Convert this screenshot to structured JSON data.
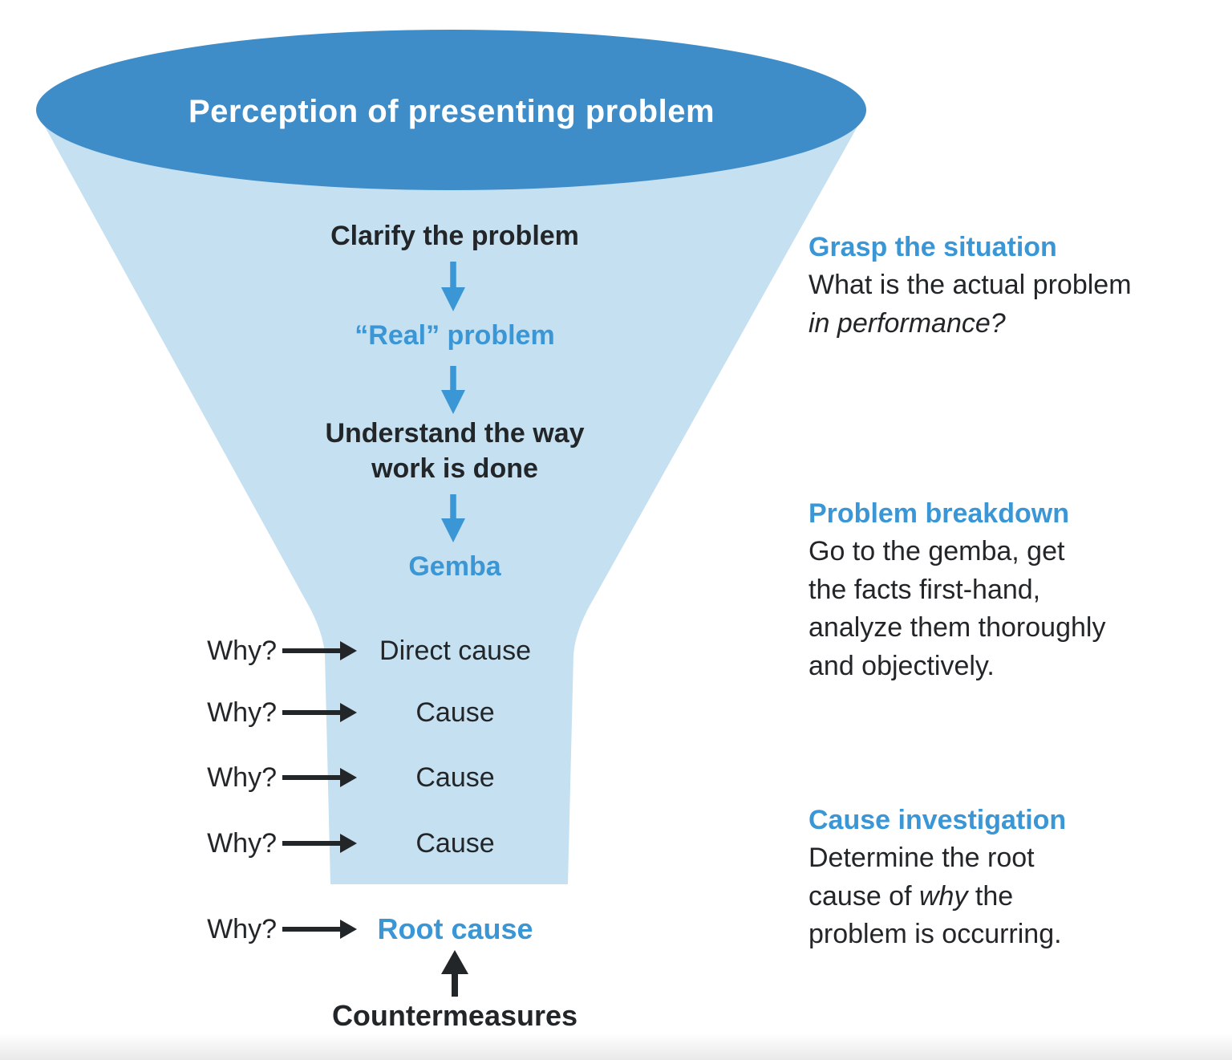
{
  "colors": {
    "funnel_mouth": "#3f8dc8",
    "funnel_body": "#c5e0f1",
    "accent_blue": "#3a96d4",
    "text_dark": "#232629",
    "mouth_text": "#ffffff"
  },
  "funnel": {
    "mouth_label": "Perception of presenting problem",
    "steps": [
      {
        "lines": [
          "Clarify the problem"
        ],
        "color": "dark"
      },
      {
        "lines": [
          "“Real” problem"
        ],
        "color": "blue"
      },
      {
        "lines": [
          "Understand the way",
          "work is done"
        ],
        "color": "dark"
      },
      {
        "lines": [
          "Gemba"
        ],
        "color": "blue"
      }
    ],
    "why_rows": [
      {
        "why": "Why?",
        "label": "Direct cause"
      },
      {
        "why": "Why?",
        "label": "Cause"
      },
      {
        "why": "Why?",
        "label": "Cause"
      },
      {
        "why": "Why?",
        "label": "Cause"
      },
      {
        "why": "Why?",
        "label": "Root cause"
      }
    ],
    "countermeasures_label": "Countermeasures"
  },
  "sections": [
    {
      "title": "Grasp the situation",
      "lines": [
        {
          "pre": "What is the actual problem"
        },
        {
          "em": "in performance?"
        }
      ]
    },
    {
      "title": "Problem breakdown",
      "lines": [
        {
          "pre": "Go to the gemba, get"
        },
        {
          "pre": "the facts first-hand,"
        },
        {
          "pre": "analyze them thoroughly"
        },
        {
          "pre": "and objectively."
        }
      ]
    },
    {
      "title": "Cause investigation",
      "lines": [
        {
          "pre": "Determine the root"
        },
        {
          "pre": "cause of ",
          "em": "why",
          "post": " the"
        },
        {
          "pre": "problem is occurring."
        }
      ]
    }
  ]
}
